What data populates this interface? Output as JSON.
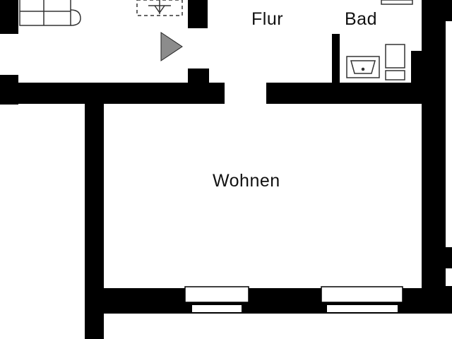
{
  "rooms": {
    "flur": {
      "label": "Flur"
    },
    "bad": {
      "label": "Bad"
    },
    "wohnen": {
      "label": "Wohnen"
    }
  },
  "colors": {
    "wall": "#000000",
    "floor": "#ffffff",
    "fixture_stroke": "#333333",
    "door_arrow": "#8c8c8c"
  },
  "icons": {
    "entrance_arrow": "triangle-right-icon",
    "staircase": "staircase-icon",
    "sink": "sink-icon",
    "toilet": "toilet-icon",
    "sofa": "sofa-icon"
  }
}
